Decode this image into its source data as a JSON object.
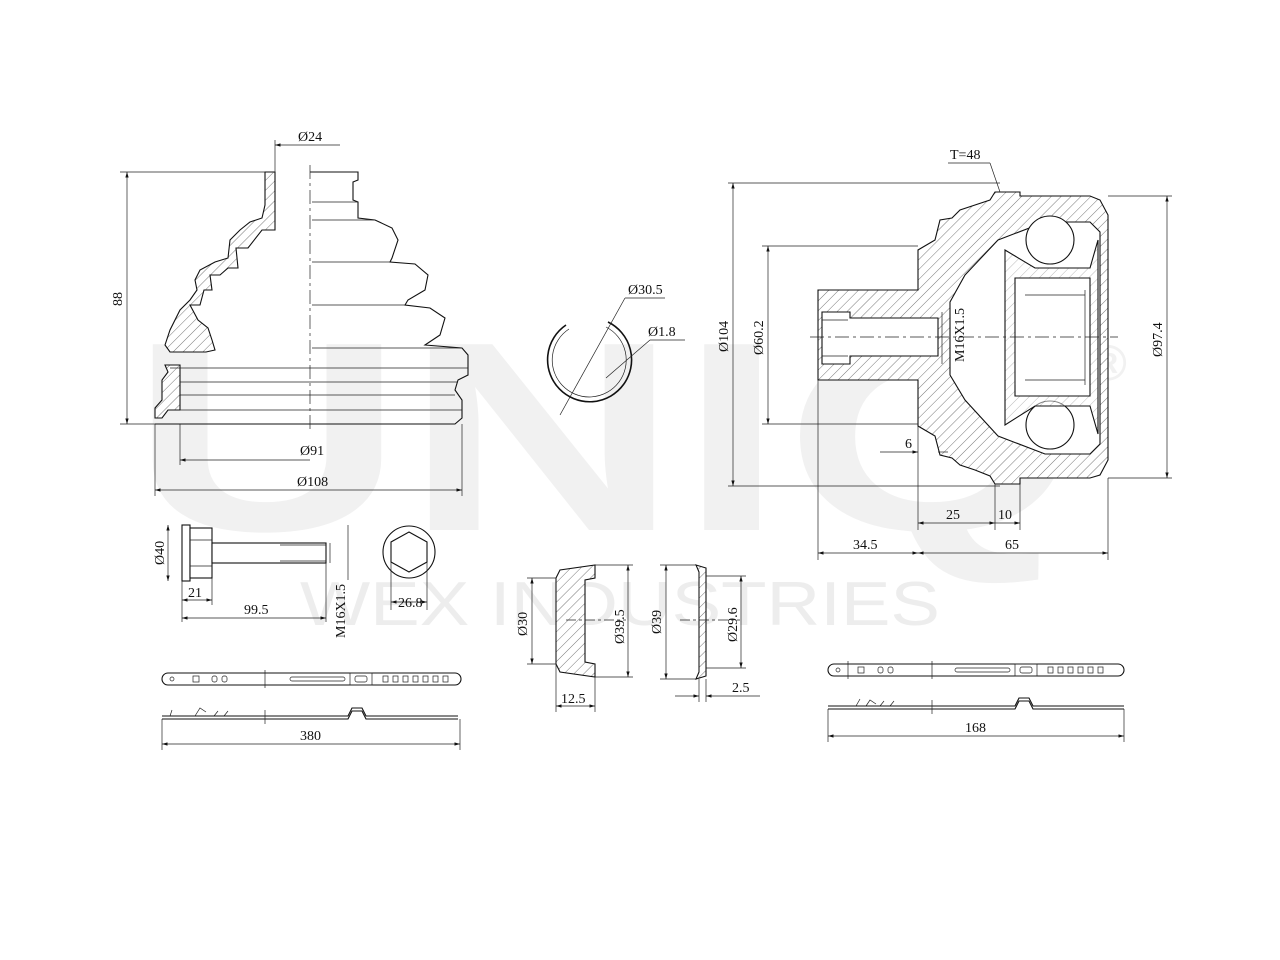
{
  "watermark": {
    "brand": "UNIQ",
    "registered": "®",
    "company": "WEX INDUSTRIES"
  },
  "boot": {
    "dim_small_dia": "Ø24",
    "dim_height": "88",
    "dim_inner_dia": "Ø91",
    "dim_outer_dia": "Ø108"
  },
  "circlip": {
    "dim_dia": "Ø30.5",
    "dim_wire": "Ø1.8"
  },
  "joint": {
    "dim_teeth": "T=48",
    "dim_outer_dia": "Ø104",
    "dim_bell_dia": "Ø97.4",
    "dim_stem_dia": "Ø60.2",
    "dim_thread": "M16X1.5",
    "dim_6": "6",
    "dim_25": "25",
    "dim_10": "10",
    "dim_34_5": "34.5",
    "dim_65": "65"
  },
  "bolt": {
    "dim_head": "Ø40",
    "dim_21": "21",
    "dim_length": "99.5",
    "dim_thread": "M16X1.5",
    "dim_hex": "26.8"
  },
  "seal_large": {
    "dim_inner": "Ø30",
    "dim_outer": "Ø39.5",
    "dim_width": "12.5"
  },
  "seal_small": {
    "dim_inner": "Ø39",
    "dim_outer": "Ø29.6",
    "dim_width": "2.5"
  },
  "clamp_large": {
    "dim_length": "380"
  },
  "clamp_small": {
    "dim_length": "168"
  }
}
